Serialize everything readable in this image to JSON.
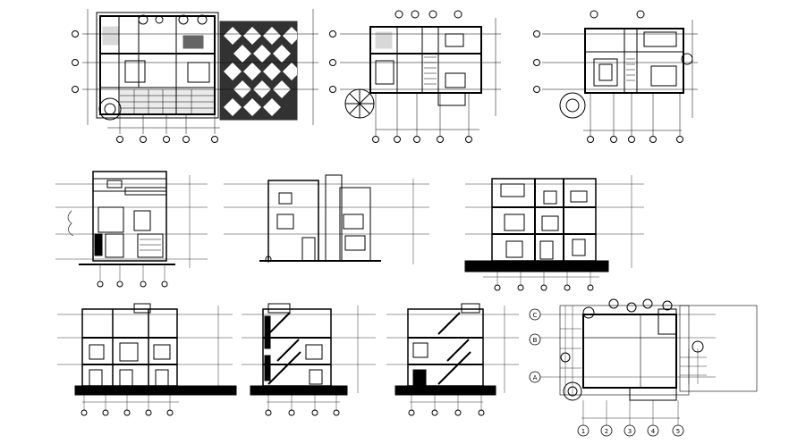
{
  "colors": {
    "line": "#000000",
    "paper": "#ffffff"
  },
  "labels": {
    "grid_row": [
      "A",
      "B",
      "C"
    ],
    "grid_col": [
      "1",
      "2",
      "3",
      "4",
      "5"
    ]
  }
}
